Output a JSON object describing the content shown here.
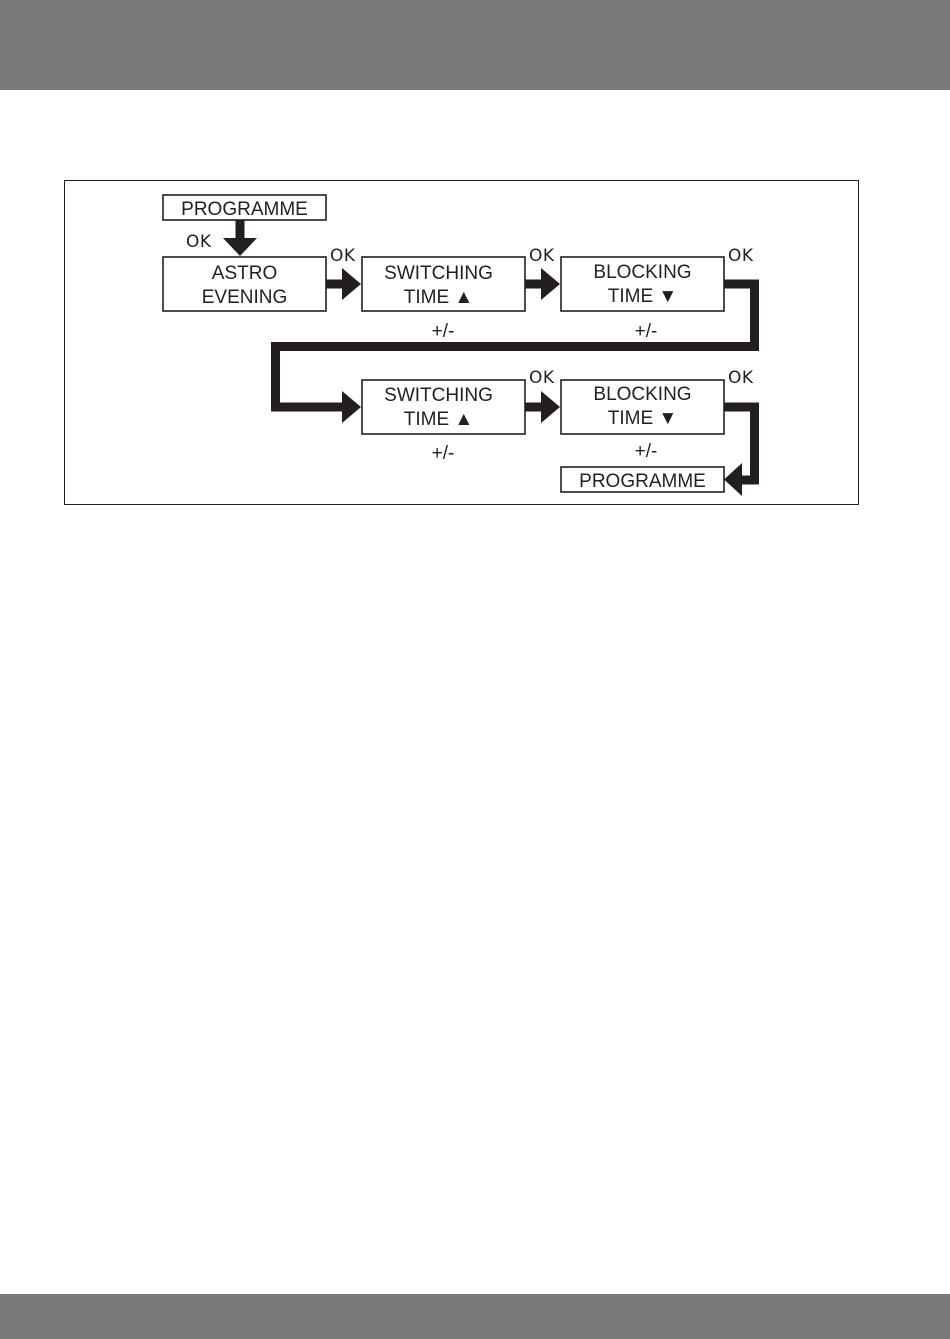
{
  "nodes": {
    "programme_start": "PROGRAMME",
    "astro_evening_l1": "ASTRO",
    "astro_evening_l2": "EVENING",
    "switching1_l1": "SWITCHING",
    "switching1_l2": "TIME ▲",
    "blocking1_l1": "BLOCKING",
    "blocking1_l2": "TIME ▼",
    "switching2_l1": "SWITCHING",
    "switching2_l2": "TIME ▲",
    "blocking2_l1": "BLOCKING",
    "blocking2_l2": "TIME ▼",
    "programme_end": "PROGRAMME"
  },
  "edges": {
    "ok_1": "OK",
    "ok_2": "OK",
    "ok_3": "OK",
    "ok_4": "OK",
    "ok_5": "OK",
    "ok_6": "OK"
  },
  "adjust": {
    "pm_1": "+/-",
    "pm_2": "+/-",
    "pm_3": "+/-",
    "pm_4": "+/-"
  }
}
